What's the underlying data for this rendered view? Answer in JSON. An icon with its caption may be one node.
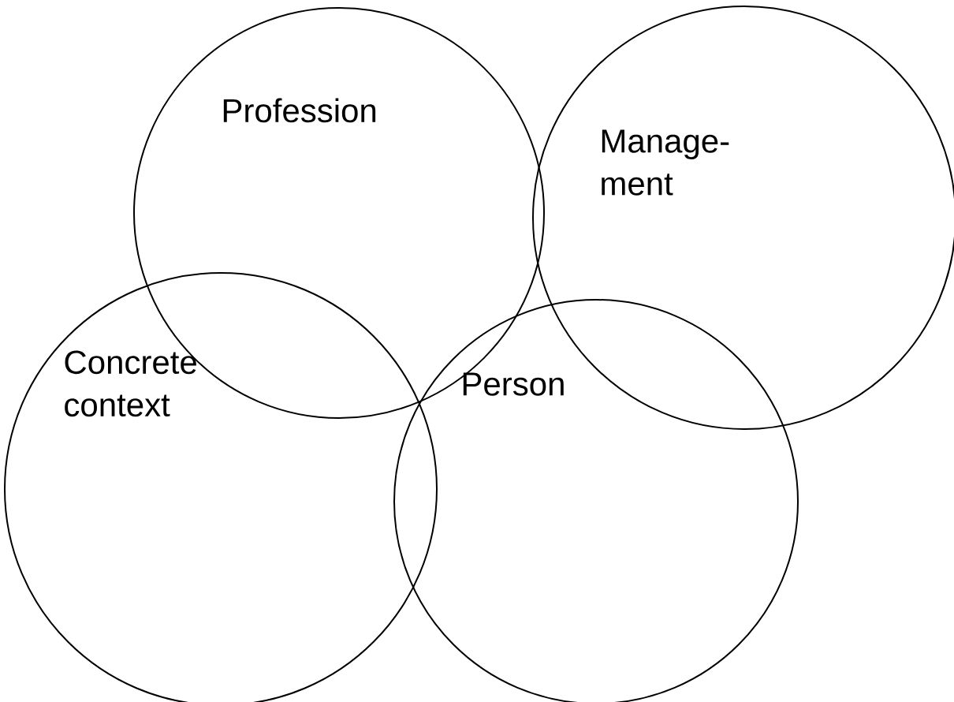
{
  "diagram": {
    "nodes": [
      {
        "text": [
          "Profession"
        ]
      },
      {
        "text": [
          "Manage- ment"
        ]
      },
      {
        "text": [
          "Concrete context"
        ]
      },
      {
        "text": [
          "Person"
        ]
      }
    ]
  }
}
